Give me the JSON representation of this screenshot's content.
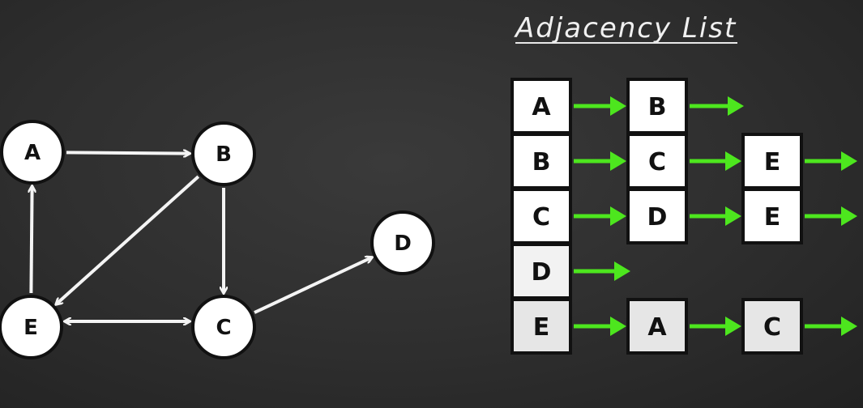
{
  "title": "Adjacency List",
  "graph": {
    "nodes": [
      "A",
      "B",
      "C",
      "D",
      "E"
    ],
    "edges": [
      {
        "from": "A",
        "to": "B"
      },
      {
        "from": "B",
        "to": "C"
      },
      {
        "from": "B",
        "to": "E"
      },
      {
        "from": "C",
        "to": "D"
      },
      {
        "from": "C",
        "to": "E"
      },
      {
        "from": "E",
        "to": "A"
      },
      {
        "from": "E",
        "to": "C"
      }
    ]
  },
  "adjacency_list": [
    {
      "vertex": "A",
      "neighbors": [
        "B"
      ]
    },
    {
      "vertex": "B",
      "neighbors": [
        "C",
        "E"
      ]
    },
    {
      "vertex": "C",
      "neighbors": [
        "D",
        "E"
      ]
    },
    {
      "vertex": "D",
      "neighbors": []
    },
    {
      "vertex": "E",
      "neighbors": [
        "A",
        "C"
      ]
    }
  ],
  "colors": {
    "background": "#2e2e2e",
    "arrow_green": "#4de61e",
    "edge_white": "#f4f4f4",
    "cell_fill": "#ffffff",
    "cell_border": "#111111"
  }
}
